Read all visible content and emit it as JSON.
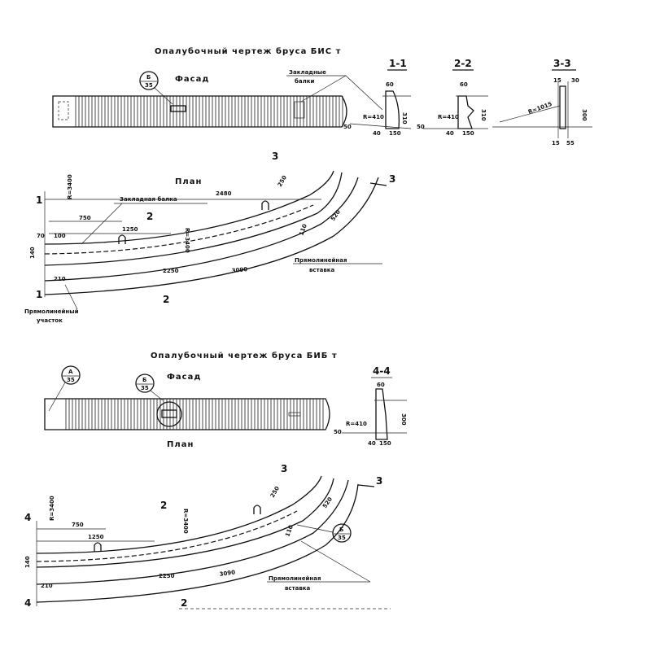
{
  "sheet": {
    "top": {
      "title": "Опалубочный чертеж бруса БИС т",
      "facade_label": "Фасад",
      "callout_b": {
        "letter": "Б",
        "sheet": "35"
      },
      "embedded_label_1": "Закладные",
      "embedded_label_2": "балки",
      "sections": {
        "s11": {
          "title": "1-1",
          "top": "60",
          "height": "310",
          "radius": "R=410",
          "off": "50",
          "b1": "40",
          "b2": "150"
        },
        "s22": {
          "title": "2-2",
          "top": "60",
          "height": "310",
          "radius": "R=410",
          "off": "50",
          "b1": "40",
          "b2": "150"
        },
        "s33": {
          "title": "3-3",
          "top1": "15",
          "top2": "30",
          "height": "300",
          "radius": "R=1015",
          "b1": "15",
          "b2": "55"
        }
      },
      "plan": {
        "title": "План",
        "radius": "R=3400",
        "dim_2480": "2480",
        "dim_750": "750",
        "dim_1250": "1250",
        "dim_70": "70",
        "dim_100": "100",
        "dim_140": "140",
        "dim_210": "210",
        "dim_2250": "2250",
        "dim_3090": "3090",
        "dim_520": "520",
        "dim_110": "110",
        "dim_r3400b": "R=3400",
        "dim_250": "250",
        "embedded_beam": "Закладная балка",
        "straight_insert_1": "Прямолинейная",
        "straight_insert_2": "вставка",
        "straight_part_1": "Прямолинейный",
        "straight_part_2": "участок",
        "cut1": "1",
        "cut2": "2",
        "cut3": "3"
      }
    },
    "bottom": {
      "title": "Опалубочный чертеж бруса БИБ т",
      "facade_label": "Фасад",
      "callout_a": {
        "letter": "А",
        "sheet": "35"
      },
      "callout_b": {
        "letter": "Б",
        "sheet": "35"
      },
      "section44": {
        "title": "4-4",
        "top": "60",
        "height": "300",
        "radius": "R=410",
        "off": "50",
        "b1": "40",
        "b2": "150"
      },
      "plan": {
        "title": "План",
        "radius": "R=3400",
        "dim_750": "750",
        "dim_1250": "1250",
        "dim_140": "140",
        "dim_210": "210",
        "dim_2250": "2250",
        "dim_3090": "3090",
        "dim_520": "520",
        "dim_110": "110",
        "dim_r3400b": "R=3400",
        "dim_250": "250",
        "straight_insert_1": "Прямолинейная",
        "straight_insert_2": "вставка",
        "cut2": "2",
        "cut3": "3",
        "cut4": "4"
      }
    }
  }
}
